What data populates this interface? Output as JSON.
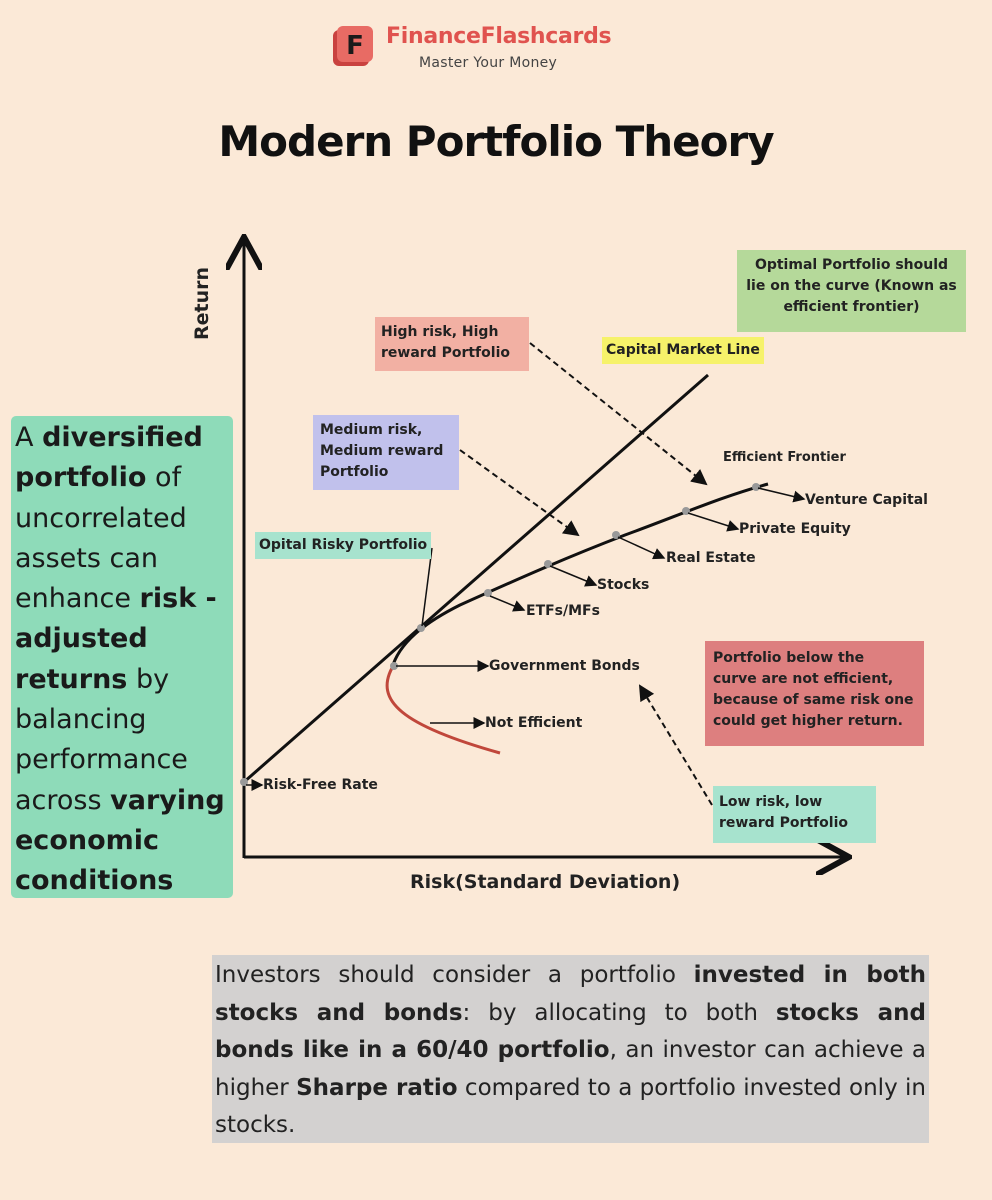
{
  "header": {
    "brand": "FinanceFlashcards",
    "logo_letter": "F",
    "tagline": "Master Your Money",
    "title": "Modern Portfolio Theory",
    "brand_color": "#e0534f"
  },
  "axes": {
    "y_label": "Return",
    "x_label": "Risk(Standard Deviation)"
  },
  "curve_labels": {
    "capital_market_line": "Capital Market Line",
    "efficient_frontier": "Efficient Frontier",
    "optimal_risky_portfolio": "Opital Risky Portfolio",
    "risk_free_rate": "Risk-Free Rate",
    "not_efficient": "Not Efficient"
  },
  "assets": [
    {
      "label": "Government Bonds"
    },
    {
      "label": "ETFs/MFs"
    },
    {
      "label": "Stocks"
    },
    {
      "label": "Real Estate"
    },
    {
      "label": "Private Equity"
    },
    {
      "label": "Venture Capital"
    }
  ],
  "callouts": {
    "optimal": [
      "Optimal Portfolio should",
      "lie on the curve (Known as",
      "efficient frontier)"
    ],
    "high_risk": [
      "High risk, High",
      "reward Portfolio"
    ],
    "medium_risk": [
      "Medium risk,",
      "Medium reward",
      "Portfolio"
    ],
    "below_curve": [
      "Portfolio below the",
      "curve are not efficient,",
      "because of same risk one",
      "could get higher return."
    ],
    "low_risk": [
      "Low risk, low",
      "reward Portfolio"
    ]
  },
  "left_panel": {
    "t1": "A ",
    "b1": "diversified",
    "b2": "portfolio",
    "t2": " of uncorrelated assets can enhance ",
    "b3": "risk - adjusted returns",
    "t3": " by balancing performance across ",
    "b4": "varying economic conditions"
  },
  "bottom_panel": {
    "t1": "Investors should consider a portfolio ",
    "b1": "invested in both stocks and bonds",
    "t2": ": by allocating to both ",
    "b2": "stocks and bonds like in a 60/40 portfolio",
    "t3": ", an investor can achieve a higher ",
    "b3": "Sharpe ratio",
    "t4": " compared to a portfolio invested only in stocks."
  }
}
